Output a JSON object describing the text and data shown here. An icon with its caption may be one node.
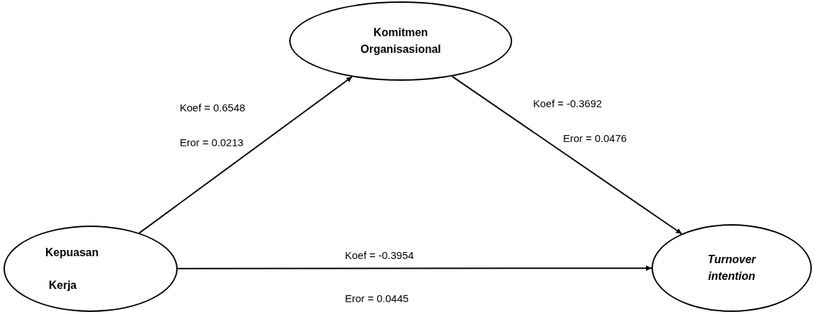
{
  "diagram": {
    "nodes": [
      {
        "text": [
          "Komitmen Organisasional"
        ]
      },
      {
        "text": [
          "Kepuasan Kerja"
        ]
      },
      {
        "text": [
          "Turnover intention"
        ]
      }
    ],
    "edges": [
      {
        "from": 1,
        "to": 0,
        "arrow": "to"
      },
      {
        "from": 0,
        "to": 2,
        "arrow": "to"
      },
      {
        "from": 1,
        "to": 2,
        "arrow": "to"
      }
    ],
    "labels": [
      "Koef = 0.6548",
      "Eror = 0.0213",
      "Koef = -0.3692",
      "Eror = 0.0476",
      "Koef = -0.3954",
      "Eror = 0.0445"
    ]
  }
}
